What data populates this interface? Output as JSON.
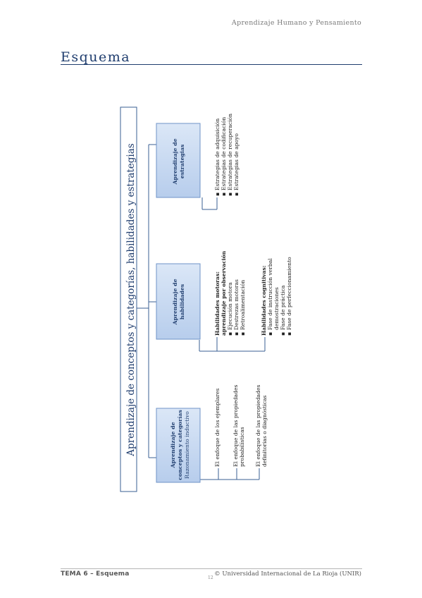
{
  "header": {
    "subject": "Aprendizaje Humano y Pensamiento"
  },
  "page": {
    "heading": "Esquema"
  },
  "diagram": {
    "root": "Aprendizaje de conceptos y categorías, habilidades y estrategias",
    "boxes": [
      {
        "title_lines": [
          "Aprendizaje de",
          "conceptos y categorías"
        ],
        "subtitle": "Razonamiento inductivo"
      },
      {
        "title_lines": [
          "Aprendizaje de",
          "habilidades"
        ]
      },
      {
        "title_lines": [
          "Aprendizaje de",
          "estrategias"
        ]
      }
    ],
    "conceptos_items": [
      "El enfoque de los ejemplares",
      "El enfoque de las propiedades",
      "probabilísticas",
      "El enfoque de las propiedades",
      "definitorias o diagnósticas"
    ],
    "habilidades_motoras": {
      "heading_lines": [
        "Habilidades motoras:",
        "aprendizaje por observación"
      ],
      "items": [
        "Ejecución motora",
        "Destrezas motoras",
        "Retroalimentación"
      ]
    },
    "habilidades_cognitivas": {
      "heading": "Habilidades cognitivas:",
      "items": [
        "Fase de instrucción verbal",
        "demostraciones",
        "Fase de práctica",
        "Fase de perfeccionamiento"
      ]
    },
    "estrategias_items": [
      "Estrategias de adquisición",
      "Estrategias de codificación",
      "Estrategias de recuperación",
      "Estrategias de apoyo"
    ],
    "bullet": "▪"
  },
  "footer": {
    "left": "TEMA 6 – Esquema",
    "page_number": "12",
    "right": "© Universidad Internacional de La Rioja (UNIR)"
  },
  "colors": {
    "accent": "#1f3d6e",
    "box_fill": "#c9daf2",
    "box_stroke": "#6f93c7",
    "line": "#3a5f93"
  }
}
